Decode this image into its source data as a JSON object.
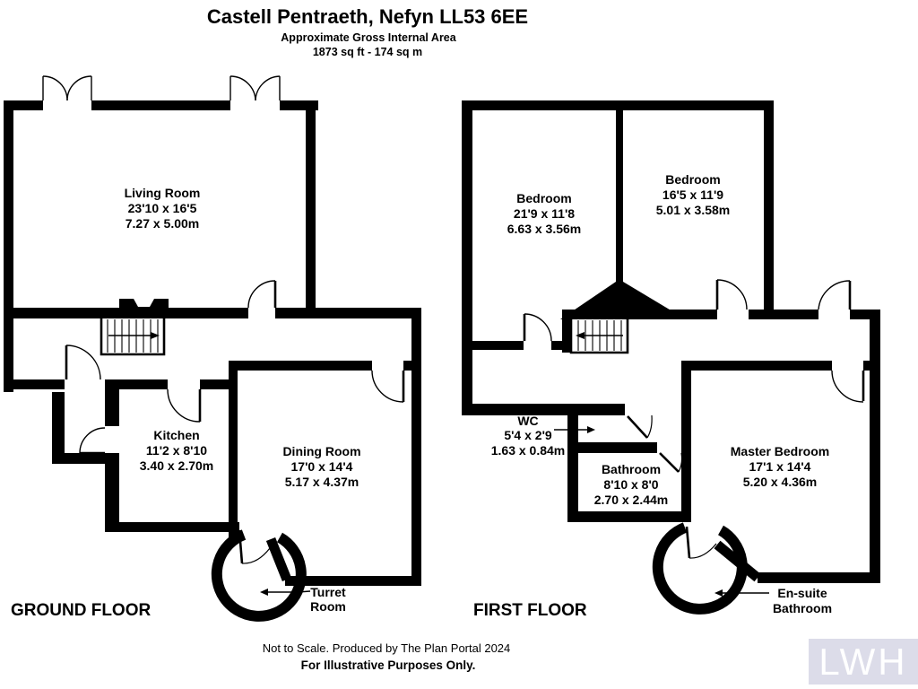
{
  "header": {
    "title": "Castell Pentraeth, Nefyn LL53 6EE",
    "subtitle": "Approximate Gross Internal Area",
    "area": "1873 sq ft - 174 sq m"
  },
  "ground_floor": {
    "label": "GROUND FLOOR",
    "rooms": {
      "living": {
        "name": "Living Room",
        "imperial": "23'10 x 16'5",
        "metric": "7.27 x 5.00m"
      },
      "kitchen": {
        "name": "Kitchen",
        "imperial": "11'2 x 8'10",
        "metric": "3.40 x 2.70m"
      },
      "dining": {
        "name": "Dining Room",
        "imperial": "17'0 x 14'4",
        "metric": "5.17 x 4.37m"
      },
      "turret": {
        "line1": "Turret",
        "line2": "Room"
      }
    }
  },
  "first_floor": {
    "label": "FIRST FLOOR",
    "rooms": {
      "bedroom_left": {
        "name": "Bedroom",
        "imperial": "21'9 x 11'8",
        "metric": "6.63 x 3.56m"
      },
      "bedroom_right": {
        "name": "Bedroom",
        "imperial": "16'5 x 11'9",
        "metric": "5.01 x 3.58m"
      },
      "wc": {
        "name": "WC",
        "imperial": "5'4 x 2'9",
        "metric": "1.63 x 0.84m"
      },
      "bathroom": {
        "name": "Bathroom",
        "imperial": "8'10 x 8'0",
        "metric": "2.70 x 2.44m"
      },
      "master": {
        "name": "Master Bedroom",
        "imperial": "17'1 x 14'4",
        "metric": "5.20 x 4.36m"
      },
      "ensuite": {
        "line1": "En-suite",
        "line2": "Bathroom"
      }
    }
  },
  "footer": {
    "line1": "Not to Scale. Produced by The Plan Portal 2024",
    "line2": "For Illustrative Purposes Only."
  },
  "watermark": {
    "text": "LWH",
    "bg": "#dcdce9",
    "fg": "#ffffff"
  },
  "colors": {
    "wall": "#000000",
    "background": "#ffffff"
  }
}
